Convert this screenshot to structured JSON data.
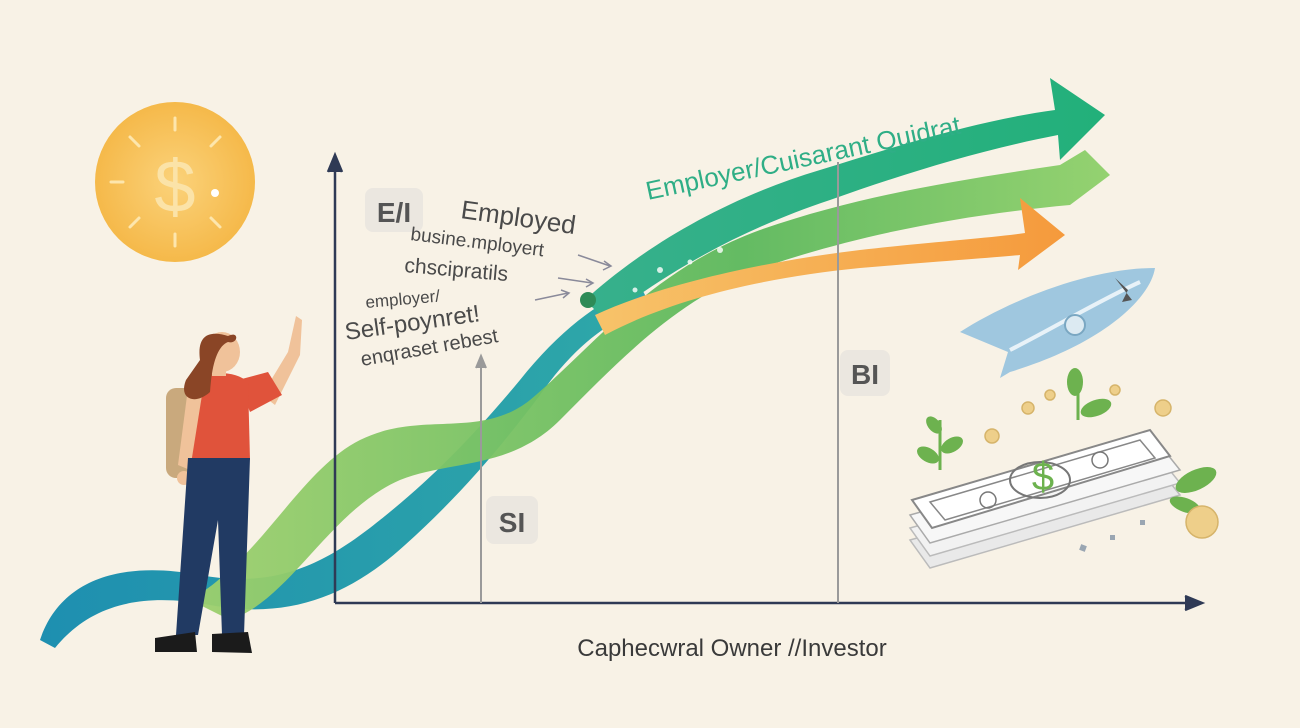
{
  "quadrants": {
    "e": "E/I",
    "s": "SI",
    "b": "BI"
  },
  "arrow_title": "Employer/Cuisarant Quidrat",
  "notes": {
    "employed": "Employed",
    "business_employment": "busine.mployert",
    "chscipratils": "chscipratils",
    "employer": "employer/",
    "self_poynret": "Self-poynret!",
    "enqrraset": "enqraset rebest"
  },
  "x_axis_label": "Caphecwral Owner //Investor",
  "colors": {
    "teal": "#1f97b0",
    "green": "#7cc35f",
    "emerald": "#2fb07a",
    "orange": "#f4a64a",
    "sun": "#f7c15c",
    "shirt": "#e0533b",
    "jeans": "#213a63"
  },
  "icons": [
    "dollar-sun-icon",
    "person-illustration",
    "money-stack-icon",
    "paper-plane-icon",
    "plant-sprout-icon",
    "coin-icon"
  ]
}
